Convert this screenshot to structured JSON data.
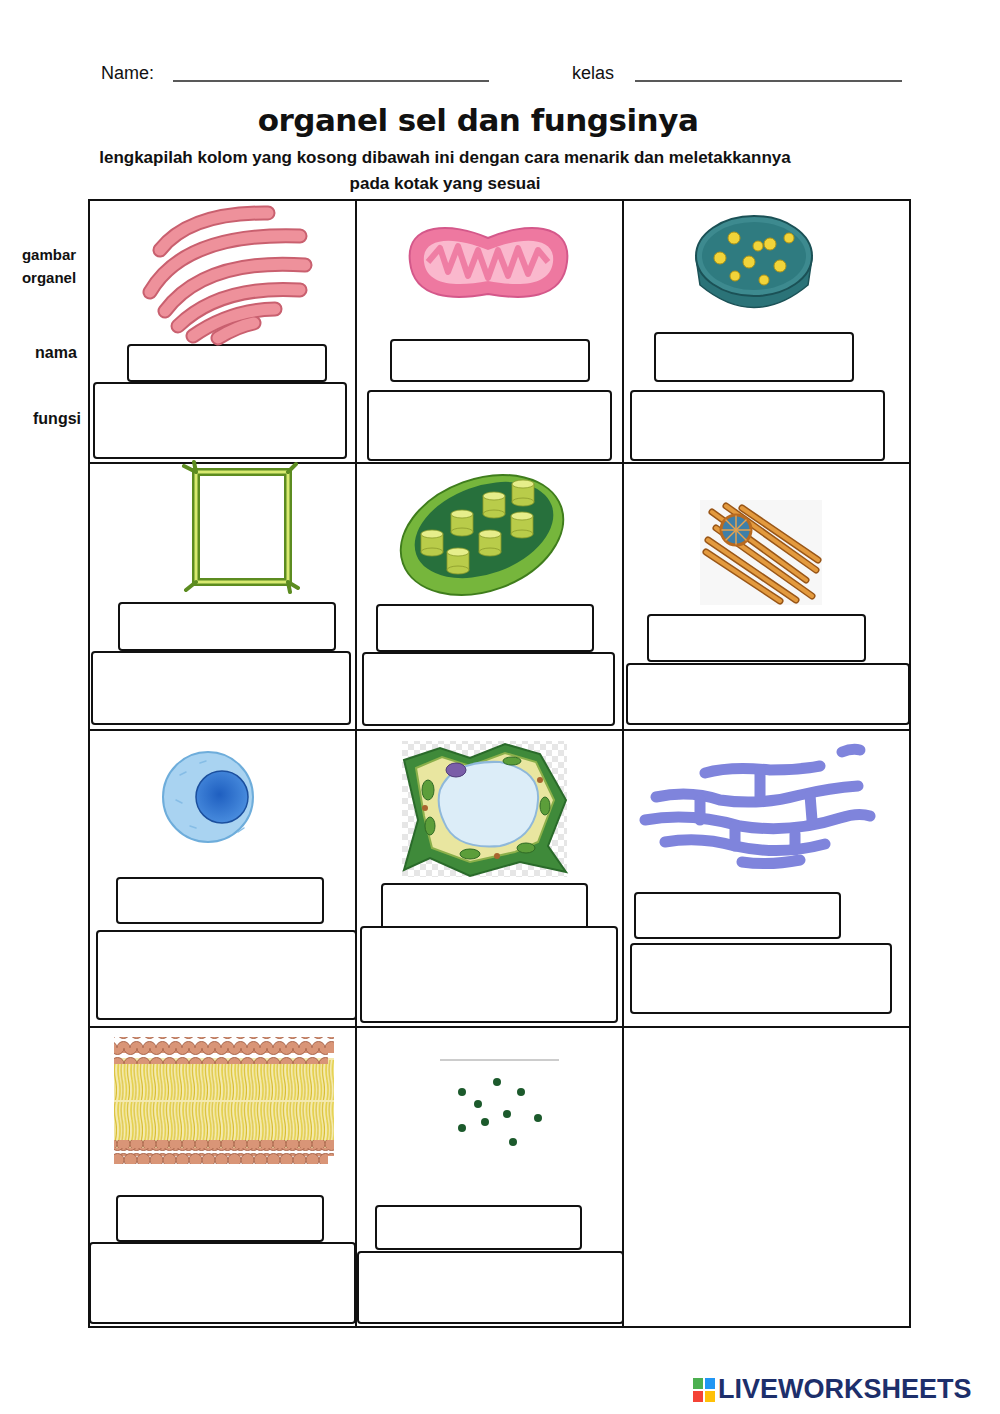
{
  "diagram": {
    "title": "organel sel dan fungsinya",
    "labels": [
      "Name:",
      "kelas",
      "lengkapilah kolom yang kosong dibawah ini dengan cara menarik dan meletakkannya pada kotak yang sesuai",
      "gambar organel",
      "nama",
      "fungsi",
      "LIVEWORKSHEETS"
    ]
  }
}
